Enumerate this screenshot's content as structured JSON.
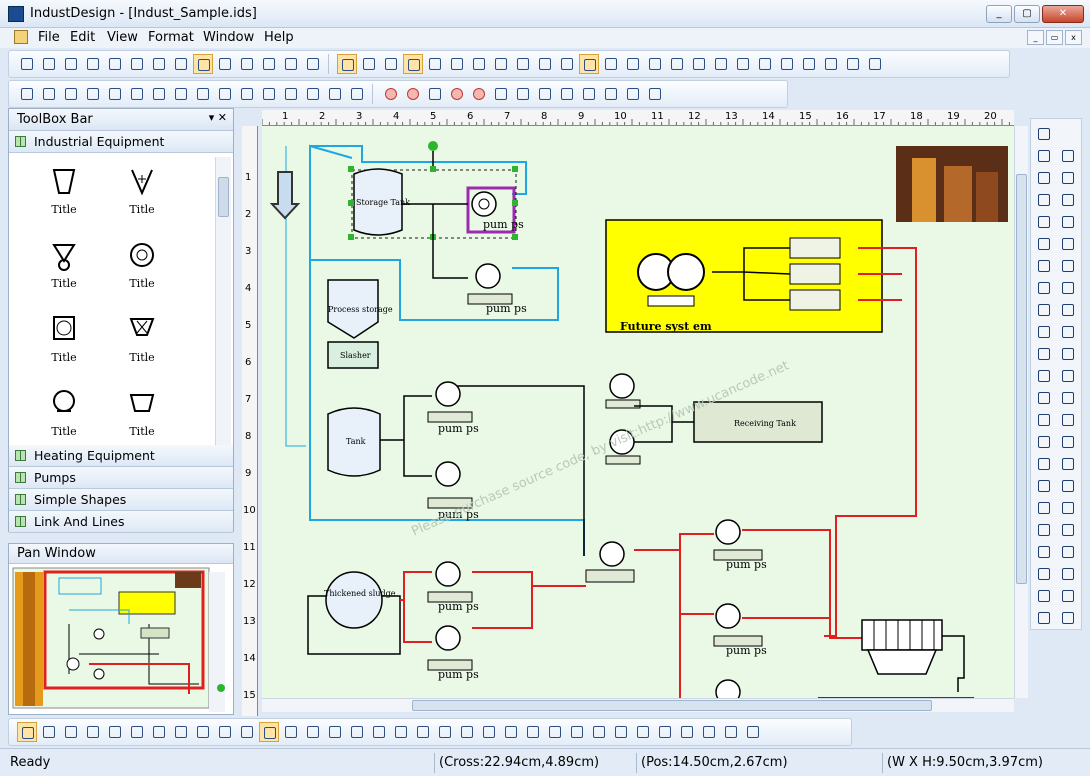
{
  "window": {
    "title": "IndustDesign - [Indust_Sample.ids]"
  },
  "menu": {
    "items": [
      "File",
      "Edit",
      "View",
      "Format",
      "Window",
      "Help"
    ]
  },
  "toolbox": {
    "title": "ToolBox Bar",
    "open_section": "Industrial Equipment",
    "item_labels": [
      "Title",
      "Title",
      "Title",
      "Title",
      "Title",
      "Title",
      "Title",
      "Title"
    ],
    "sections": [
      "Heating Equipment",
      "Pumps",
      "Simple Shapes",
      "Link And Lines"
    ]
  },
  "pan_window": {
    "title": "Pan Window"
  },
  "ruler": {
    "h_numbers": [
      "1",
      "2",
      "3",
      "4",
      "5",
      "6",
      "7",
      "8",
      "9",
      "10",
      "11",
      "12",
      "13",
      "14",
      "15",
      "16",
      "17",
      "18",
      "19",
      "20"
    ],
    "v_numbers": [
      "1",
      "2",
      "3",
      "4",
      "5",
      "6",
      "7",
      "8",
      "9",
      "10",
      "11",
      "12",
      "13",
      "14",
      "15"
    ]
  },
  "diagram": {
    "labels": {
      "storage_tank": "Storage Tank",
      "pump": "pum ps",
      "process_storage": "Process storage",
      "slasher": "Slasher",
      "tank": "Tank",
      "thickened_sludge": "Thickened sludge",
      "receiving_tank": "Receiving Tank",
      "future_system": "Future syst em"
    },
    "watermark": "Please purchase source code, by visit:http://www.ucancode.net",
    "colors": {
      "canvas": "#eaf9e6",
      "blue_line": "#1ea7e0",
      "red_line": "#e02020",
      "future_fill": "#ffff00"
    }
  },
  "status": {
    "ready": "Ready",
    "cross": "(Cross:22.94cm,4.89cm)",
    "pos": "(Pos:14.50cm,2.67cm)",
    "size": "(W X H:9.50cm,3.97cm)"
  }
}
